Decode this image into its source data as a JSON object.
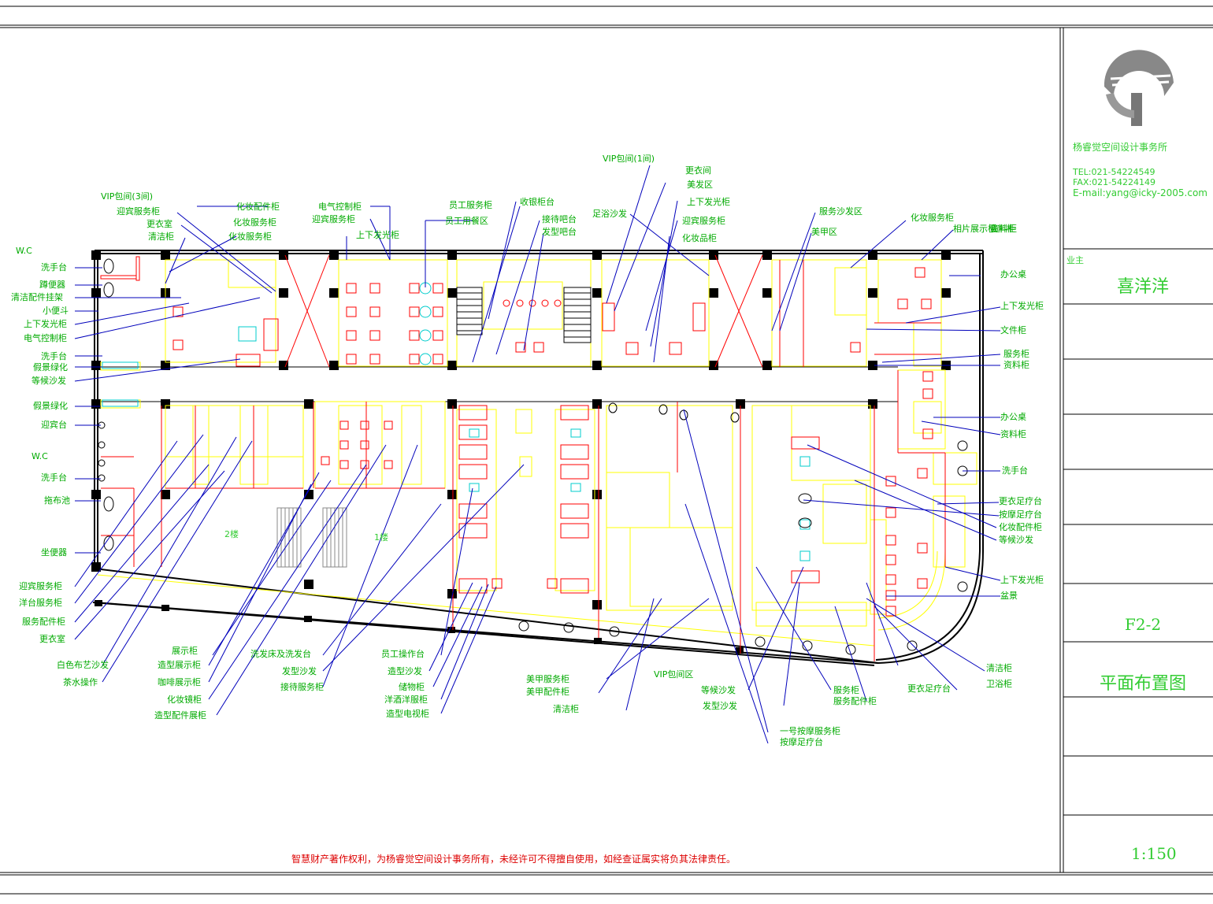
{
  "colors": {
    "frame": "#000000",
    "wall": "#000000",
    "furniture": "#ffff00",
    "red": "#ff0000",
    "leader": "#0000cc",
    "label_green": "#00aa00",
    "aqua": "#00cccc"
  },
  "title_block": {
    "company": "杨睿觉空间设计事务所",
    "tel": "TEL:021-54224549",
    "fax": "FAX:021-54224149",
    "email": "E-mail:yang@icky-2005.com",
    "client_label": "业主",
    "client": "喜洋洋",
    "sheet_no": "F2-2",
    "drawing_name": "平面布置图",
    "scale": "1:150",
    "logo": "company-logo"
  },
  "footer_note": "智慧财产著作权利，为杨睿觉空间设计事务所有，未经许可不得擅自使用，如经查证属实将负其法律责任。",
  "rooms": {
    "vip3": "VIP包间(3间)",
    "vip10": "VIP包间(1间)",
    "vip_room": "VIP包间区",
    "wc1": "W.C",
    "wc2": "W.C",
    "area2": "2楼",
    "area1": "1楼"
  },
  "labels_left": [
    "洗手台",
    "蹲便器",
    "清洁配件挂架",
    "小便斗",
    "上下发光柜",
    "电气控制柜",
    "洗手台",
    "假景绿化",
    "等候沙发",
    "假景绿化",
    "迎宾台",
    "洗手台",
    "拖布池",
    "坐便器",
    "迎宾服务柜",
    "洋台服务柜",
    "服务配件柜",
    "更衣室"
  ],
  "labels_top_left": [
    "迎宾服务柜",
    "更衣室",
    "清洁柜",
    "化妆配件柜",
    "化妆服务柜",
    "化妆服务柜",
    "电气控制柜",
    "迎宾服务柜",
    "上下发光柜"
  ],
  "labels_top_mid": [
    "员工服务柜",
    "员工用餐区",
    "收银柜台",
    "接待吧台",
    "发型吧台"
  ],
  "labels_top_right": [
    "更衣间",
    "美发区",
    "上下发光柜",
    "迎宾服务柜",
    "化妆品柜",
    "足浴沙发",
    "服务沙发区",
    "美甲区",
    "化妆服务柜",
    "相片展示柜",
    "资料柜"
  ],
  "labels_right": [
    "资料柜",
    "办公桌",
    "上下发光柜",
    "文件柜",
    "服务柜",
    "资料柜",
    "办公桌",
    "资料柜",
    "洗手台",
    "更衣足疗台",
    "按摩足疗台",
    "化妆配件柜",
    "等候沙发",
    "上下发光柜",
    "盆景",
    "清洁柜",
    "卫浴柜"
  ],
  "labels_bottom": [
    "白色布艺沙发",
    "茶水操作",
    "展示柜",
    "造型展示柜",
    "咖啡展示柜",
    "化妆镜柜",
    "造型配件展柜",
    "洗发床及洗发台",
    "发型沙发",
    "接待服务柜",
    "员工操作台",
    "造型沙发",
    "储物柜",
    "洋酒洋服柜",
    "造型电视柜",
    "美甲服务柜",
    "美甲配件柜",
    "清洁柜",
    "等候沙发",
    "发型沙发",
    "服务柜",
    "服务配件柜",
    "更衣足疗台",
    "一号按摩服务柜",
    "按摩足疗台"
  ]
}
